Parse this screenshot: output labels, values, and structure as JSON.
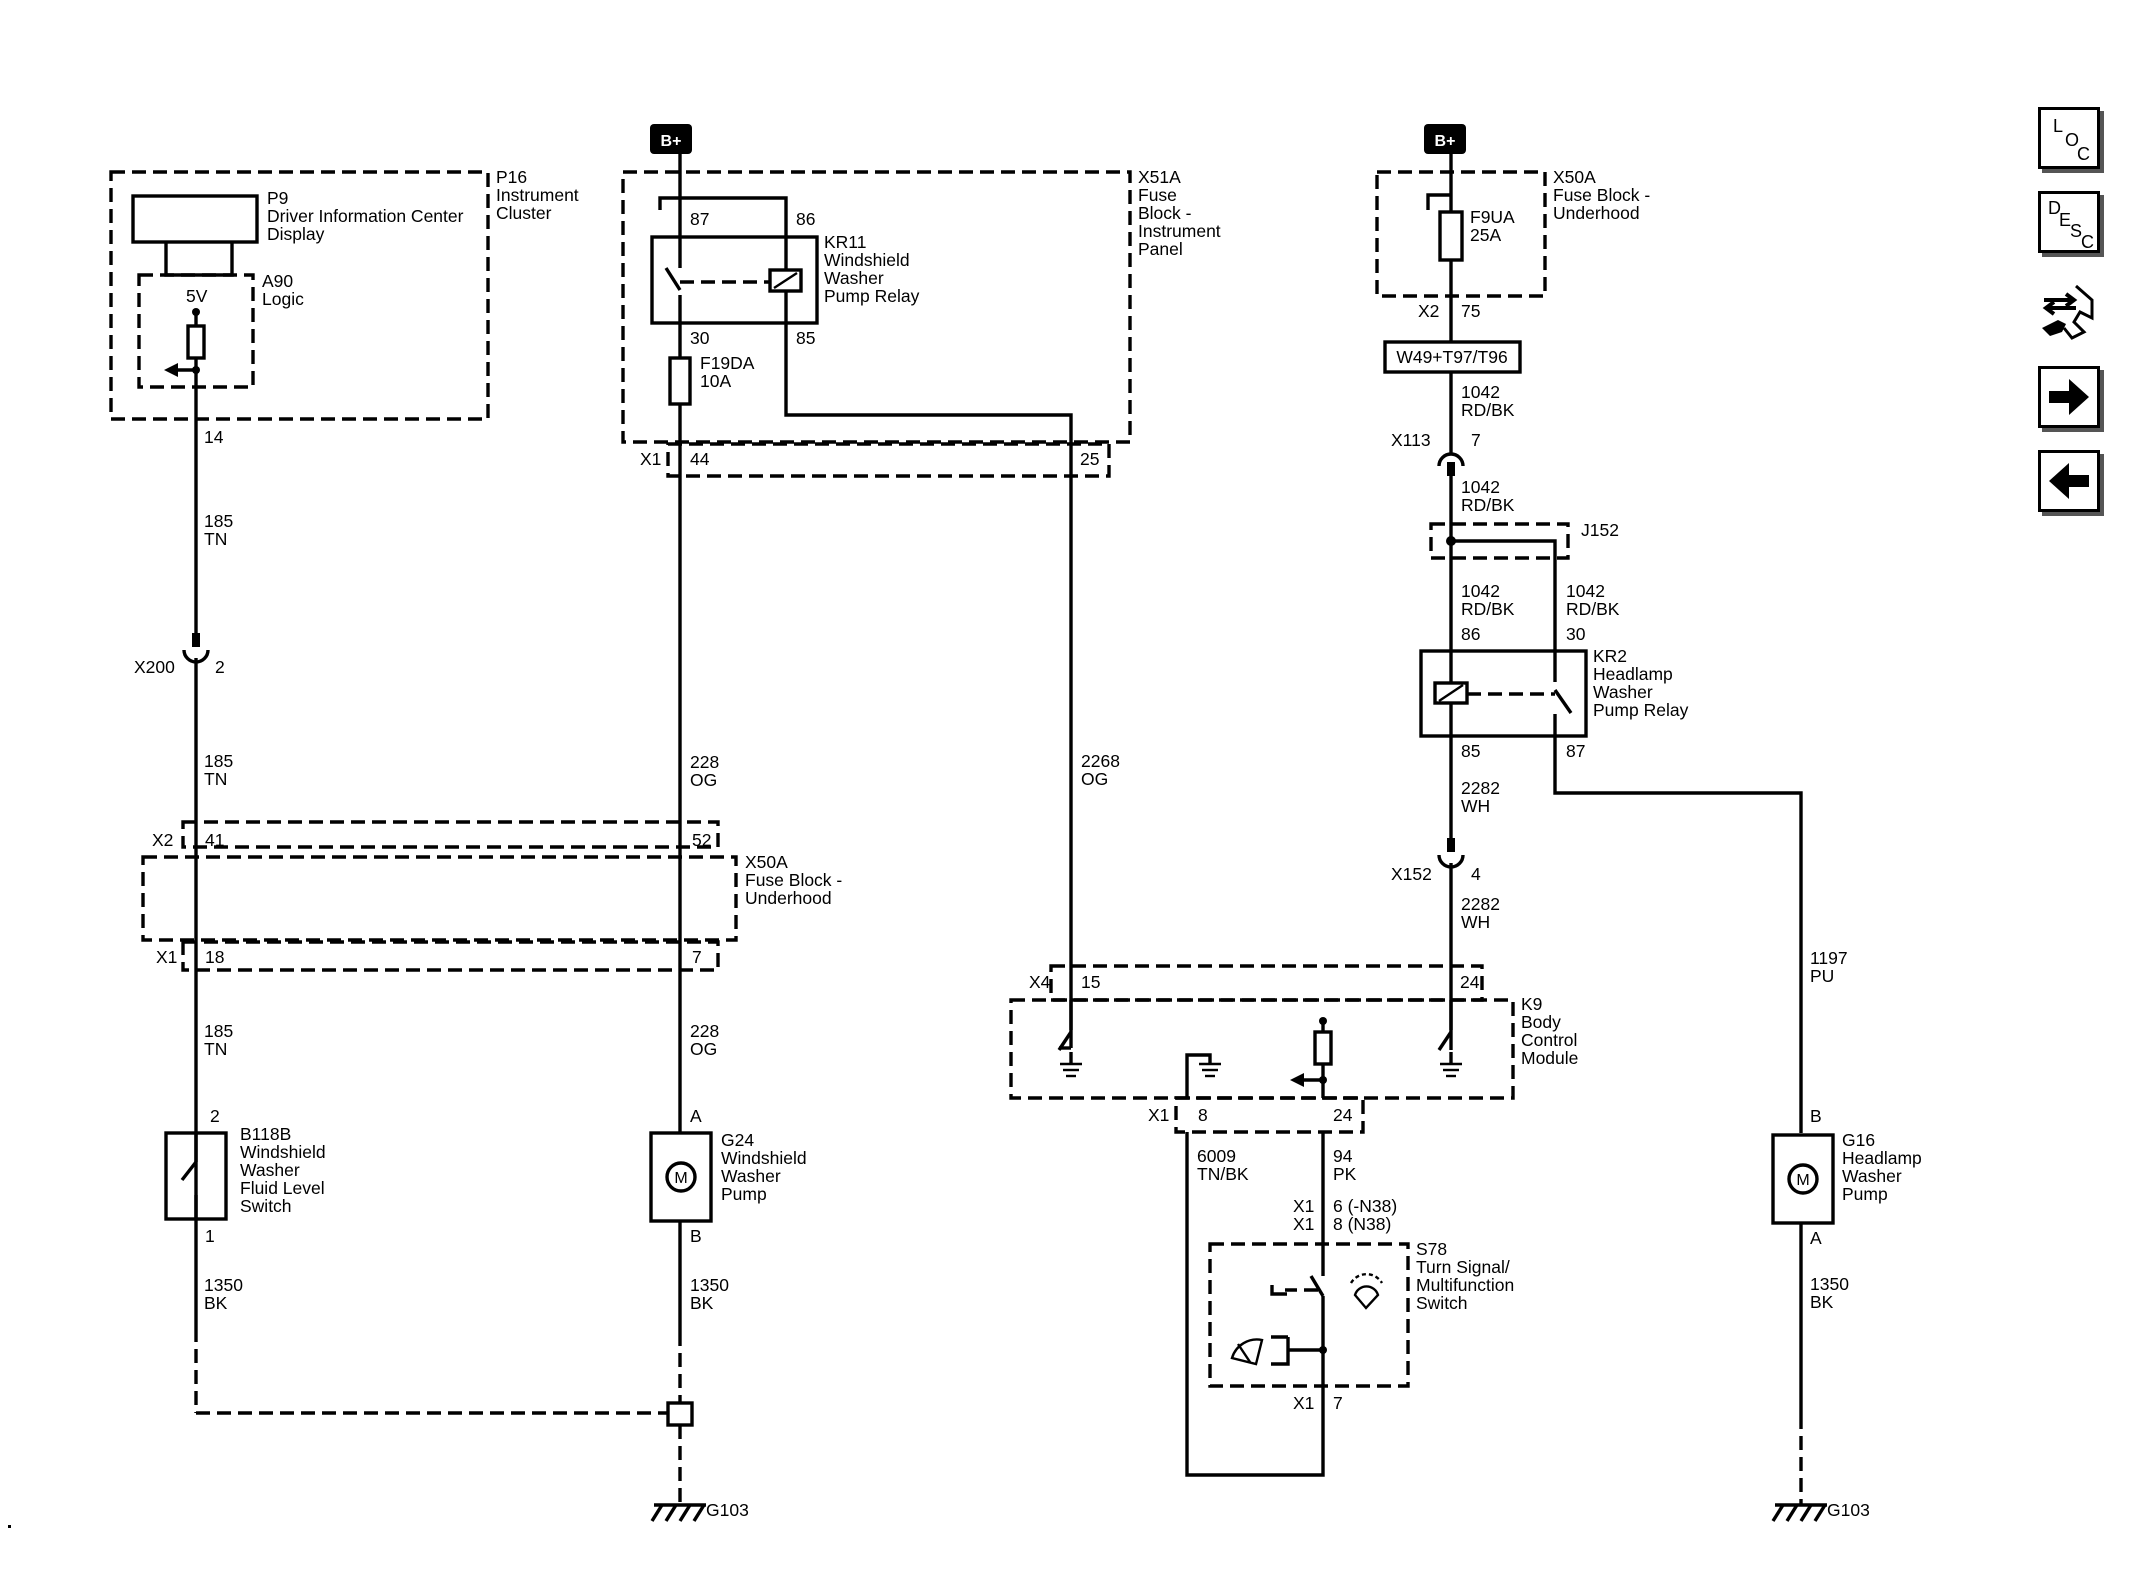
{
  "nav": {
    "loc": [
      "L",
      "O",
      "C"
    ],
    "desc": [
      "D",
      "E",
      "S",
      "C"
    ],
    "icons": [
      "loc-icon",
      "desc-icon",
      "connector-icon",
      "next-arrow-icon",
      "previous-arrow-icon"
    ]
  },
  "power": {
    "bplus": "B+"
  },
  "p16": {
    "id": "P16",
    "l1": "Instrument",
    "l2": "Cluster",
    "pin": "14"
  },
  "p9": {
    "id": "P9",
    "l1": "Driver Information Center",
    "l2": "Display"
  },
  "a90": {
    "id": "A90",
    "l1": "Logic",
    "v": "5V"
  },
  "w185": {
    "num": "185",
    "color": "TN"
  },
  "x200": {
    "id": "X200",
    "pin": "2"
  },
  "x51a": {
    "id": "X51A",
    "l1": "Fuse",
    "l2": "Block -",
    "l3": "Instrument",
    "l4": "Panel",
    "conn": "X1",
    "p44": "44",
    "p25": "25"
  },
  "kr11": {
    "id": "KR11",
    "l1": "Windshield",
    "l2": "Washer",
    "l3": "Pump Relay",
    "p87": "87",
    "p86": "86",
    "p30": "30",
    "p85": "85"
  },
  "f19da": {
    "id": "F19DA",
    "amp": "10A"
  },
  "w228": {
    "num": "228",
    "color": "OG"
  },
  "w2268": {
    "num": "2268",
    "color": "OG"
  },
  "x50a_left": {
    "id": "X50A",
    "l1": "Fuse Block -",
    "l2": "Underhood",
    "x2": "X2",
    "p41": "41",
    "p52": "52",
    "x1": "X1",
    "p18": "18",
    "p7": "7"
  },
  "b118b": {
    "id": "B118B",
    "l1": "Windshield",
    "l2": "Washer",
    "l3": "Fluid Level",
    "l4": "Switch",
    "p2": "2",
    "p1": "1"
  },
  "g24": {
    "id": "G24",
    "l1": "Windshield",
    "l2": "Washer",
    "l3": "Pump",
    "pa": "A",
    "pb": "B",
    "m": "M"
  },
  "w1350": {
    "num": "1350",
    "color": "BK"
  },
  "g103": {
    "id": "G103"
  },
  "x50a_right": {
    "id": "X50A",
    "l1": "Fuse Block -",
    "l2": "Underhood",
    "x2": "X2",
    "p75": "75"
  },
  "f9ua": {
    "id": "F9UA",
    "amp": "25A"
  },
  "option": {
    "label": "W49+T97/T96"
  },
  "w1042": {
    "num": "1042",
    "color": "RD/BK"
  },
  "x113": {
    "id": "X113",
    "pin": "7"
  },
  "j152": {
    "id": "J152"
  },
  "kr2": {
    "id": "KR2",
    "l1": "Headlamp",
    "l2": "Washer",
    "l3": "Pump Relay",
    "p86": "86",
    "p30": "30",
    "p85": "85",
    "p87": "87"
  },
  "w2282": {
    "num": "2282",
    "color": "WH"
  },
  "x152": {
    "id": "X152",
    "pin": "4"
  },
  "w1197": {
    "num": "1197",
    "color": "PU"
  },
  "k9": {
    "id": "K9",
    "l1": "Body",
    "l2": "Control",
    "l3": "Module",
    "x4": "X4",
    "p15": "15",
    "p24": "24",
    "x1": "X1",
    "p8": "8",
    "p24b": "24"
  },
  "w6009": {
    "num": "6009",
    "color": "TN/BK"
  },
  "w94": {
    "num": "94",
    "color": "PK"
  },
  "s78": {
    "id": "S78",
    "l1": "Turn Signal/",
    "l2": "Multifunction",
    "l3": "Switch",
    "x1a": "X1",
    "pa": "6 (-N38)",
    "x1b": "X1",
    "pb": "8 (N38)",
    "x1c": "X1",
    "pc": "7"
  },
  "g16": {
    "id": "G16",
    "l1": "Headlamp",
    "l2": "Washer",
    "l3": "Pump",
    "pb": "B",
    "pa": "A",
    "m": "M"
  }
}
